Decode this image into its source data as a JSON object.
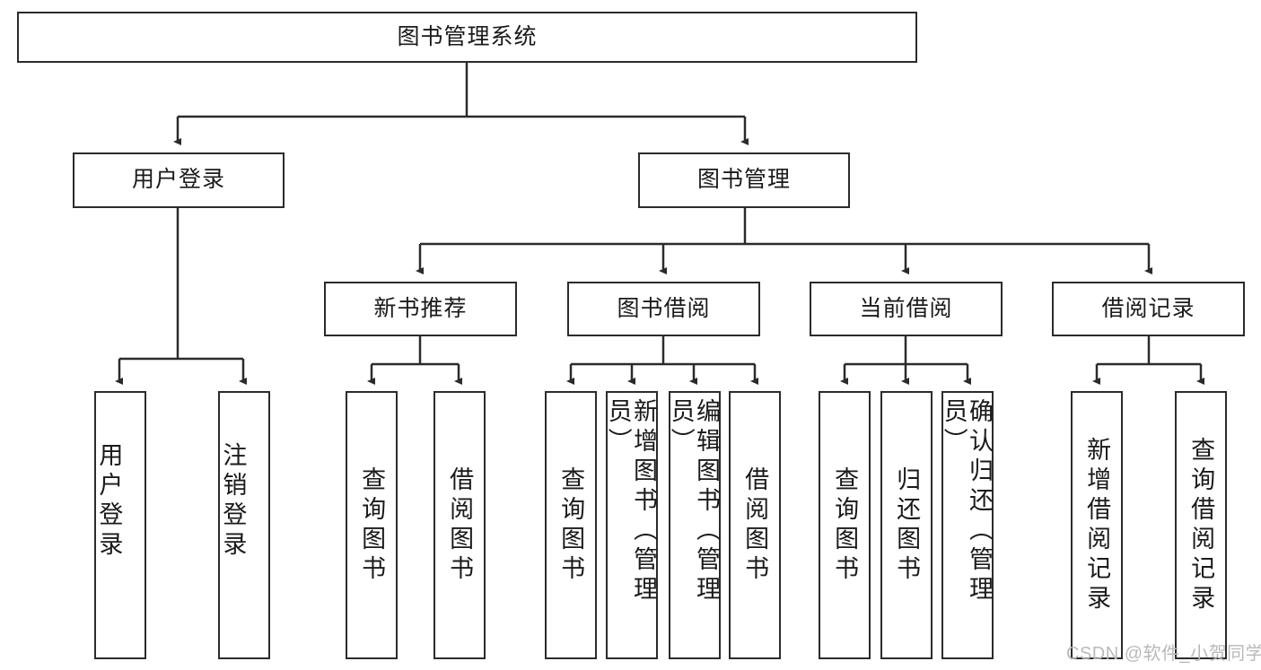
{
  "diagram": {
    "title": "图书管理系统",
    "type": "tree-hierarchy",
    "root": {
      "label": "图书管理系统"
    },
    "level2": [
      {
        "label": "用户登录"
      },
      {
        "label": "图书管理"
      }
    ],
    "level3": [
      {
        "label": "新书推荐"
      },
      {
        "label": "图书借阅"
      },
      {
        "label": "当前借阅"
      },
      {
        "label": "借阅记录"
      }
    ],
    "leaves": {
      "user_login": [
        {
          "label": "用户登录"
        },
        {
          "label": "注销登录"
        }
      ],
      "new_book_recommend": [
        {
          "label": "查询图书"
        },
        {
          "label": "借阅图书"
        }
      ],
      "book_borrow": [
        {
          "label": "查询图书"
        },
        {
          "label": "新增图书（管理员）"
        },
        {
          "label": "编辑图书（管理员）"
        },
        {
          "label": "借阅图书"
        }
      ],
      "current_borrow": [
        {
          "label": "查询图书"
        },
        {
          "label": "归还图书"
        },
        {
          "label": "确认归还（管理员）"
        }
      ],
      "borrow_record": [
        {
          "label": "新增借阅记录"
        },
        {
          "label": "查询借阅记录"
        }
      ]
    }
  },
  "watermark": {
    "text": "CSDN @软件_小贺同学"
  },
  "colors": {
    "stroke": "#2b2b2b",
    "background": "#ffffff",
    "text": "#1a1a1a",
    "watermark": "#b9b9b9"
  }
}
